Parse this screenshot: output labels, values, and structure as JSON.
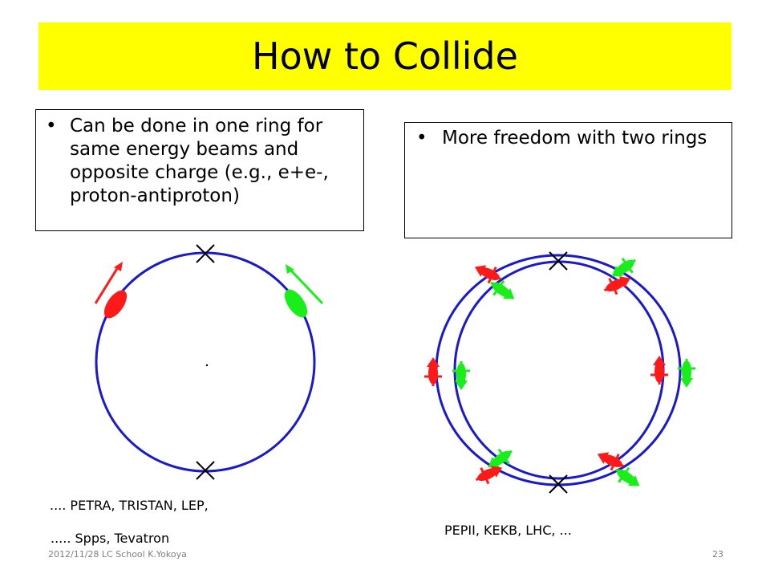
{
  "slide": {
    "title": "How to Collide",
    "left_bullet": {
      "bullet": "•",
      "text": "Can be done in one ring for same energy beams and opposite charge (e.g., e+e-, proton-antiproton)"
    },
    "right_bullet": {
      "bullet": "•",
      "text": "More freedom with two rings"
    },
    "caption_one_ring_line1": ".... PETRA, TRISTAN, LEP,",
    "caption_one_ring_line2": "..... Spps, Tevatron",
    "caption_two_rings": "PEPII, KEKB, LHC, ...",
    "footer_left": "2012/11/28 LC School K.Yokoya",
    "footer_page": "23"
  },
  "colors": {
    "title_background": "#ffff00",
    "ring": "#1a1acc",
    "beam_positive": "#ff1a1a",
    "beam_negative": "#1aee1a"
  }
}
